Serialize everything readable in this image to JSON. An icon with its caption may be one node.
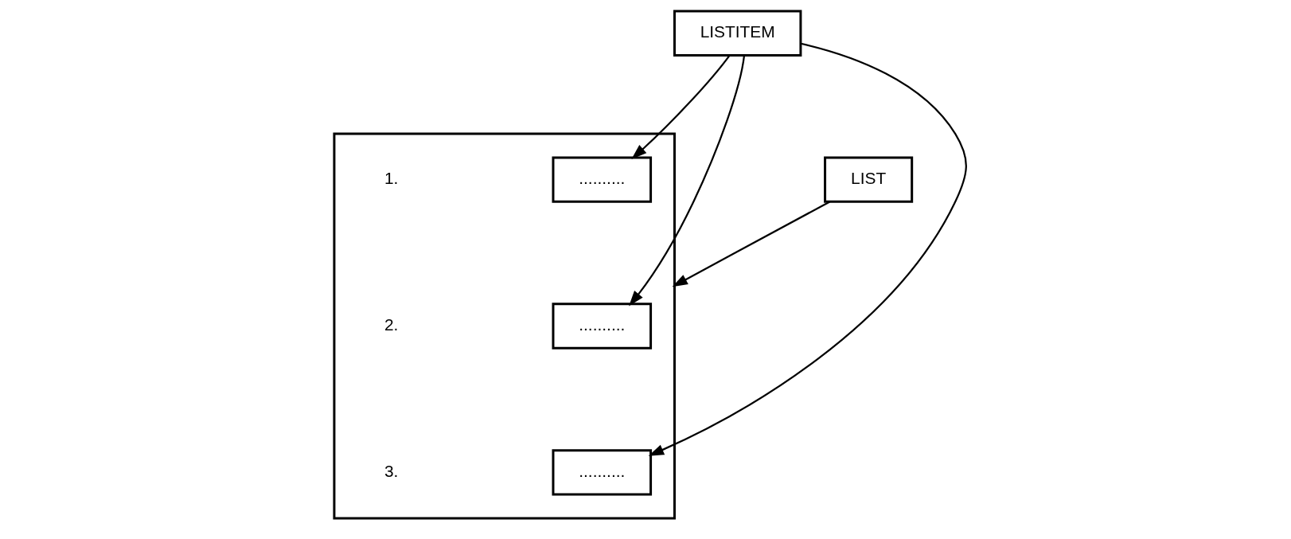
{
  "diagram": {
    "nodes": [
      {
        "text": [
          "LIST"
        ]
      },
      {
        "text": [
          "LISTITEM"
        ]
      },
      {
        "text": [],
        "shape": "box"
      },
      {
        "text": [
          ".........."
        ],
        "in": 2
      },
      {
        "text": [
          ".........."
        ],
        "in": 2
      },
      {
        "text": [
          ".........."
        ],
        "in": 2
      }
    ],
    "edges": [
      {
        "from": 0,
        "to": 2,
        "arrow": "to"
      },
      {
        "from": 1,
        "to": 3,
        "arrow": "to"
      },
      {
        "from": 1,
        "to": 4,
        "arrow": "to"
      },
      {
        "from": 1,
        "to": 5,
        "arrow": "to"
      }
    ],
    "labels": [
      "1.",
      "2.",
      "3."
    ]
  }
}
